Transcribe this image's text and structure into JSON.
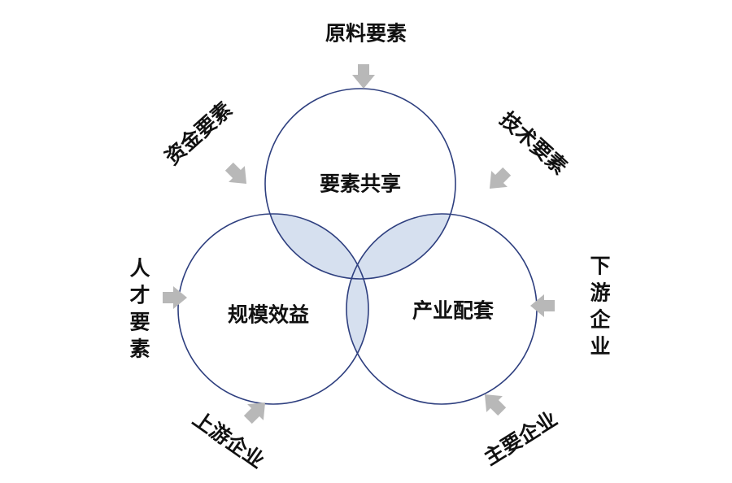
{
  "circles": {
    "top": {
      "label": "要素共享"
    },
    "left": {
      "label": "规模效益"
    },
    "right": {
      "label": "产业配套"
    }
  },
  "inputs": {
    "top": {
      "label": "原料要素"
    },
    "upper_left": {
      "label": "资金要素"
    },
    "upper_right": {
      "label": "技术要素"
    },
    "left": {
      "label": "人才要素"
    },
    "right": {
      "label": "下游企业"
    },
    "lower_left": {
      "label": "上游企业"
    },
    "lower_right": {
      "label": "主要企业"
    }
  },
  "colors": {
    "circle_stroke": "#2e3f7f",
    "overlap_fill": "#d6e0ef",
    "arrow": "#b8b8b8",
    "text": "#111111"
  }
}
